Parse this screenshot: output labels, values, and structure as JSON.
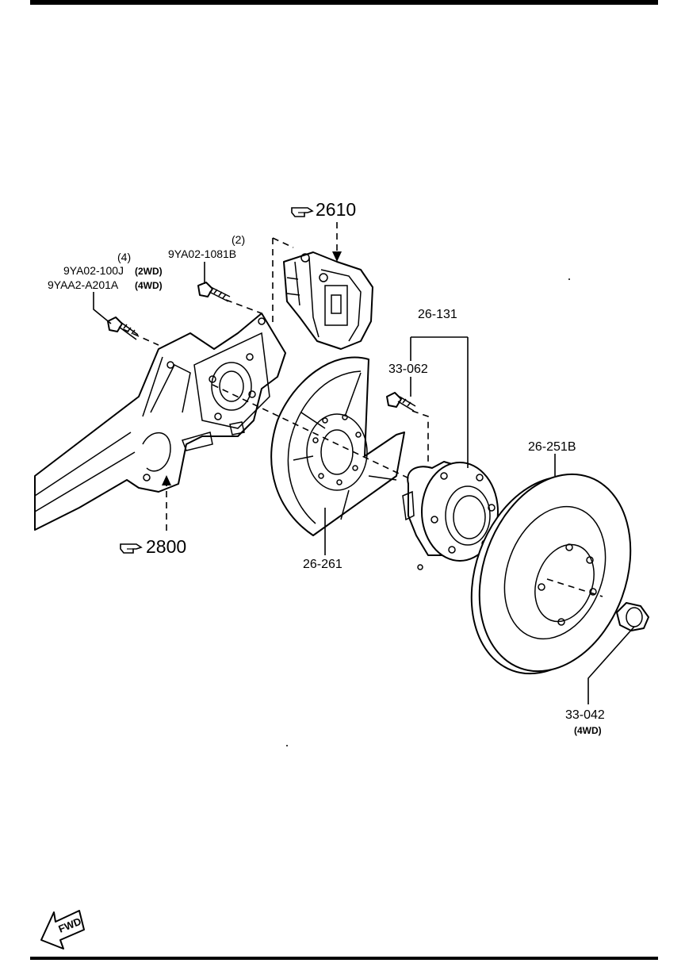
{
  "refs": {
    "caliper_ref": "2610",
    "knuckle_ref": "2800"
  },
  "bolts": {
    "knuckle_bolt_qty": "(4)",
    "knuckle_bolt_2wd": "9YA02-100J",
    "knuckle_bolt_2wd_note": "(2WD)",
    "knuckle_bolt_4wd": "9YAA2-A201A",
    "knuckle_bolt_4wd_note": "(4WD)",
    "caliper_bolt_qty": "(2)",
    "caliper_bolt": "9YA02-1081B"
  },
  "parts": {
    "hub_assembly": "26-131",
    "hub_bolt": "33-062",
    "disc_plate": "26-261",
    "brake_disc": "26-251B",
    "lock_nut": "33-042",
    "lock_nut_note": "(4WD)"
  },
  "fwd_label": "FWD",
  "icons": [
    "pointing-hand-icon",
    "fwd-arrow-icon"
  ]
}
